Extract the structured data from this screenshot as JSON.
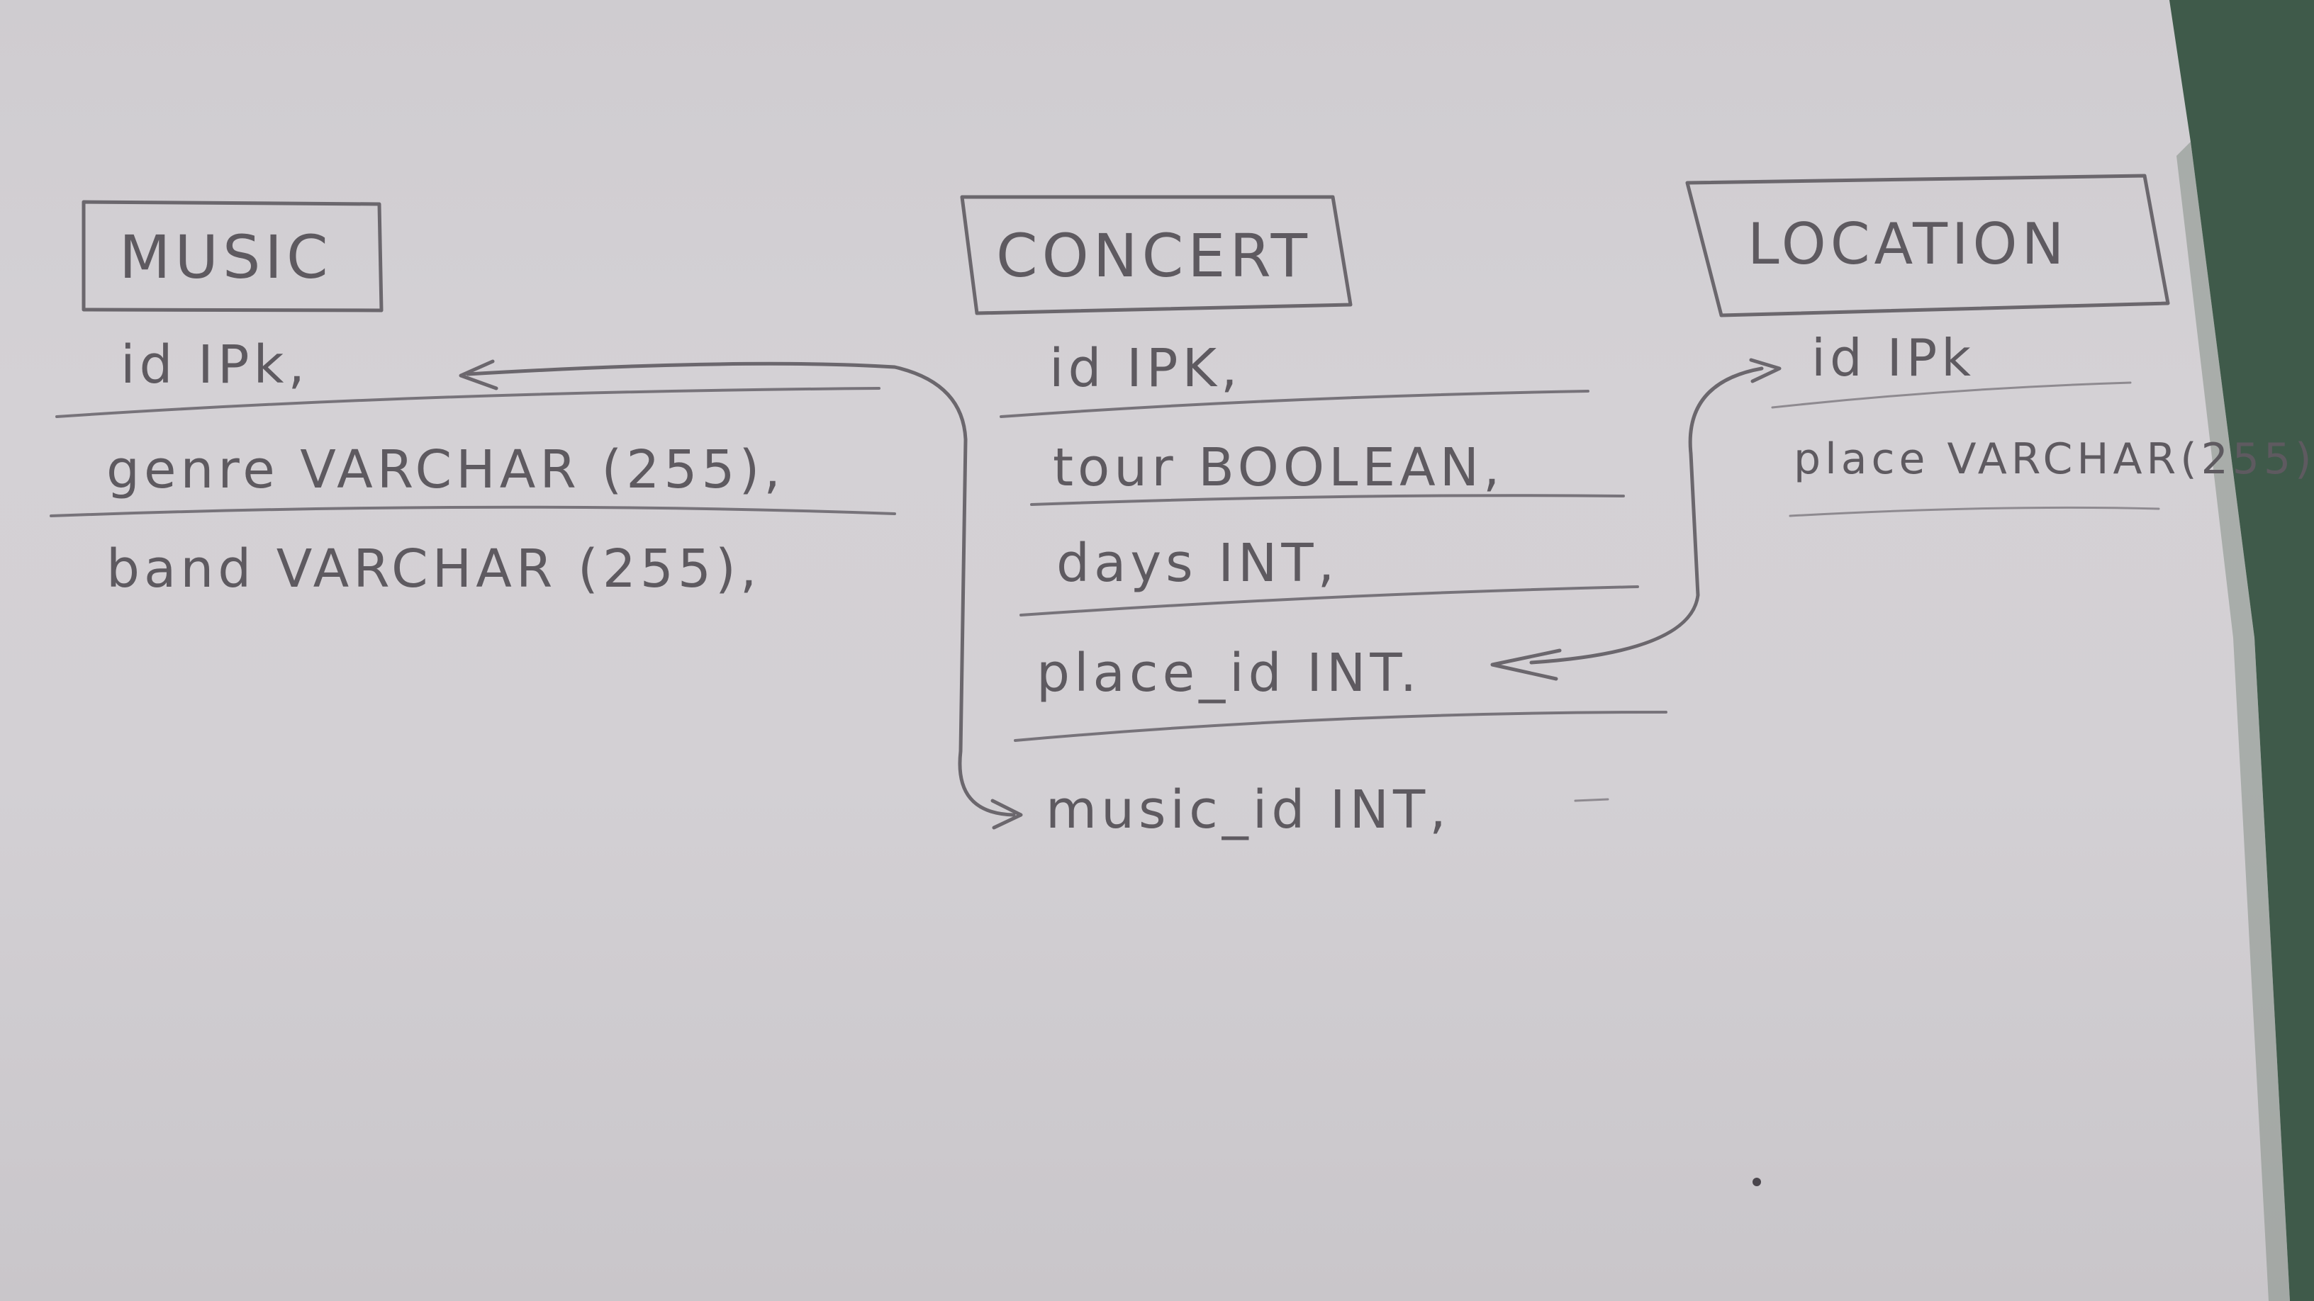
{
  "tables": [
    {
      "name": "MUSIC",
      "fields": [
        "id IPk,",
        "genre VARCHAR (255),",
        "band VARCHAR (255),"
      ]
    },
    {
      "name": "CONCERT",
      "fields": [
        "id IPK,",
        "tour BOOLEAN,",
        "days INT,",
        "place_id INT.",
        "music_id INT,"
      ]
    },
    {
      "name": "LOCATION",
      "fields": [
        "id IPk",
        "place VARCHAR(255)"
      ]
    }
  ],
  "relations": [
    {
      "from": "CONCERT.music_id",
      "to": "MUSIC.id"
    },
    {
      "from": "CONCERT.place_id",
      "to": "LOCATION.id"
    }
  ],
  "colors": {
    "paper": "#d2cfd3",
    "pencil": "#5e5a60",
    "desk": "#3f5a4a"
  }
}
